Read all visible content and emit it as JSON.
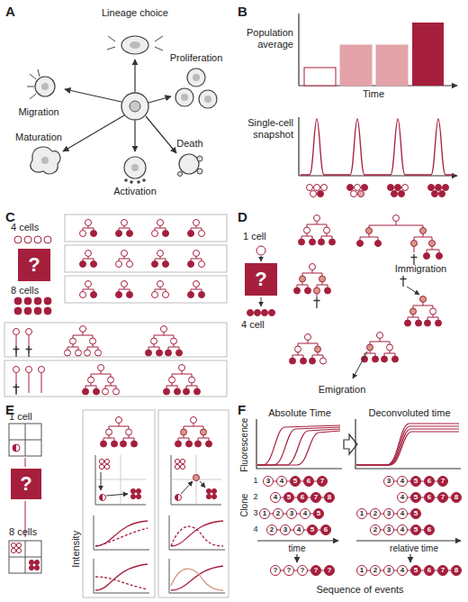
{
  "diagram": {
    "nodes": [
      {
        "text": [
          "?"
        ]
      },
      {
        "text": [
          "?"
        ]
      },
      {
        "text": [
          "?"
        ]
      },
      {
        "text": [
          "3"
        ]
      },
      {
        "text": [
          "4"
        ]
      },
      {
        "text": [
          "5"
        ]
      },
      {
        "text": [
          "6"
        ]
      },
      {
        "text": [
          "7"
        ]
      },
      {
        "text": [
          "4"
        ]
      },
      {
        "text": [
          "5"
        ]
      },
      {
        "text": [
          "6"
        ]
      },
      {
        "text": [
          "7"
        ]
      },
      {
        "text": [
          "8"
        ]
      },
      {
        "text": [
          "1"
        ]
      },
      {
        "text": [
          "2"
        ]
      },
      {
        "text": [
          "3"
        ]
      },
      {
        "text": [
          "4"
        ]
      },
      {
        "text": [
          "5"
        ]
      },
      {
        "text": [
          "2"
        ]
      },
      {
        "text": [
          "3"
        ]
      },
      {
        "text": [
          "4"
        ]
      },
      {
        "text": [
          "5"
        ]
      },
      {
        "text": [
          "6"
        ]
      },
      {
        "text": [
          "3"
        ]
      },
      {
        "text": [
          "4"
        ]
      },
      {
        "text": [
          "5"
        ]
      },
      {
        "text": [
          "6"
        ]
      },
      {
        "text": [
          "7"
        ]
      },
      {
        "text": [
          "4"
        ]
      },
      {
        "text": [
          "5"
        ]
      },
      {
        "text": [
          "6"
        ]
      },
      {
        "text": [
          "7"
        ]
      },
      {
        "text": [
          "8"
        ]
      },
      {
        "text": [
          "1"
        ]
      },
      {
        "text": [
          "2"
        ]
      },
      {
        "text": [
          "3"
        ]
      },
      {
        "text": [
          "4"
        ]
      },
      {
        "text": [
          "5"
        ]
      },
      {
        "text": [
          "2"
        ]
      },
      {
        "text": [
          "3"
        ]
      },
      {
        "text": [
          "4"
        ]
      },
      {
        "text": [
          "5"
        ]
      },
      {
        "text": [
          "6"
        ]
      },
      {
        "text": [
          "?"
        ]
      },
      {
        "text": [
          "?"
        ]
      },
      {
        "text": [
          "?"
        ]
      },
      {
        "text": [
          "?"
        ]
      },
      {
        "text": [
          "?"
        ]
      },
      {
        "text": [
          "1"
        ]
      },
      {
        "text": [
          "2"
        ]
      },
      {
        "text": [
          "3"
        ]
      },
      {
        "text": [
          "4"
        ]
      },
      {
        "text": [
          "5"
        ]
      },
      {
        "text": [
          "6"
        ]
      },
      {
        "text": [
          "7"
        ]
      },
      {
        "text": [
          "8"
        ]
      }
    ],
    "edges": [
      {
        "from": 3,
        "to": 4,
        "arrow": "none"
      },
      {
        "from": 4,
        "to": 5,
        "arrow": "none"
      },
      {
        "from": 5,
        "to": 6,
        "arrow": "none"
      },
      {
        "from": 6,
        "to": 7,
        "arrow": "none"
      },
      {
        "from": 8,
        "to": 9,
        "arrow": "none"
      },
      {
        "from": 9,
        "to": 10,
        "arrow": "none"
      },
      {
        "from": 10,
        "to": 11,
        "arrow": "none"
      },
      {
        "from": 11,
        "to": 12,
        "arrow": "none"
      },
      {
        "from": 13,
        "to": 14,
        "arrow": "none"
      },
      {
        "from": 14,
        "to": 15,
        "arrow": "none"
      },
      {
        "from": 15,
        "to": 16,
        "arrow": "none"
      },
      {
        "from": 16,
        "to": 17,
        "arrow": "none"
      },
      {
        "from": 18,
        "to": 19,
        "arrow": "none"
      },
      {
        "from": 19,
        "to": 20,
        "arrow": "none"
      },
      {
        "from": 20,
        "to": 21,
        "arrow": "none"
      },
      {
        "from": 21,
        "to": 22,
        "arrow": "none"
      },
      {
        "from": 23,
        "to": 24,
        "arrow": "none"
      },
      {
        "from": 24,
        "to": 25,
        "arrow": "none"
      },
      {
        "from": 25,
        "to": 26,
        "arrow": "none"
      },
      {
        "from": 26,
        "to": 27,
        "arrow": "none"
      },
      {
        "from": 28,
        "to": 29,
        "arrow": "none"
      },
      {
        "from": 29,
        "to": 30,
        "arrow": "none"
      },
      {
        "from": 30,
        "to": 31,
        "arrow": "none"
      },
      {
        "from": 31,
        "to": 32,
        "arrow": "none"
      },
      {
        "from": 33,
        "to": 34,
        "arrow": "none"
      },
      {
        "from": 34,
        "to": 35,
        "arrow": "none"
      },
      {
        "from": 35,
        "to": 36,
        "arrow": "none"
      },
      {
        "from": 36,
        "to": 37,
        "arrow": "none"
      },
      {
        "from": 38,
        "to": 39,
        "arrow": "none"
      },
      {
        "from": 39,
        "to": 40,
        "arrow": "none"
      },
      {
        "from": 40,
        "to": 41,
        "arrow": "none"
      },
      {
        "from": 41,
        "to": 42,
        "arrow": "none"
      },
      {
        "from": 43,
        "to": 44,
        "arrow": "none"
      },
      {
        "from": 44,
        "to": 45,
        "arrow": "none"
      },
      {
        "from": 45,
        "to": 46,
        "arrow": "none"
      },
      {
        "from": 46,
        "to": 47,
        "arrow": "none"
      },
      {
        "from": 48,
        "to": 49,
        "arrow": "none"
      },
      {
        "from": 49,
        "to": 50,
        "arrow": "none"
      },
      {
        "from": 50,
        "to": 51,
        "arrow": "none"
      },
      {
        "from": 51,
        "to": 52,
        "arrow": "none"
      },
      {
        "from": 52,
        "to": 53,
        "arrow": "none"
      },
      {
        "from": 53,
        "to": 54,
        "arrow": "none"
      },
      {
        "from": 54,
        "to": 55,
        "arrow": "none"
      }
    ],
    "labels": [
      "A",
      "Lineage choice",
      "Migration",
      "Proliferation",
      "Maturation",
      "Death",
      "Activation",
      "B",
      "Population average",
      "Time",
      "Single-cell snapshot",
      "C",
      "4 cells",
      "8 cells",
      "D",
      "1 cell",
      "4 cell",
      "Immigration",
      "Emigration",
      "E",
      "1 cell",
      "8 cells",
      "Intensity",
      "F",
      "Absolute Time",
      "Deconvoluted time",
      "Fluorescence",
      "Clone",
      "1",
      "2",
      "3",
      "4",
      "time",
      "relative time",
      "Sequence of events"
    ]
  }
}
